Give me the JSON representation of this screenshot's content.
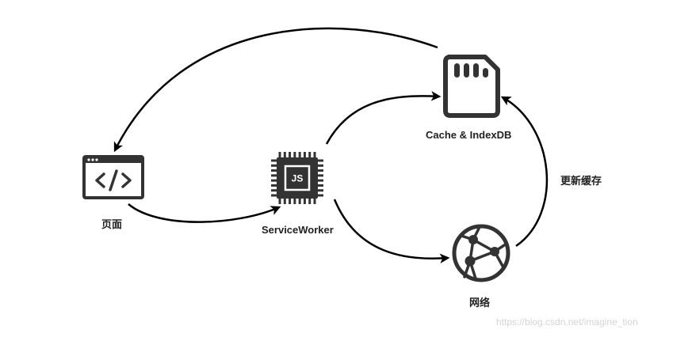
{
  "nodes": {
    "page": {
      "label": "页面",
      "icon": "browser-code-icon"
    },
    "service_worker": {
      "label": "ServiceWorker",
      "icon": "chip-icon",
      "icon_text": "JS"
    },
    "cache": {
      "label": "Cache & IndexDB",
      "icon": "sd-card-icon"
    },
    "network": {
      "label": "网络",
      "icon": "network-globe-icon"
    }
  },
  "edges": [
    {
      "from": "page",
      "to": "service_worker",
      "label": ""
    },
    {
      "from": "service_worker",
      "to": "cache",
      "label": ""
    },
    {
      "from": "service_worker",
      "to": "network",
      "label": ""
    },
    {
      "from": "network",
      "to": "cache",
      "label": "更新缓存"
    },
    {
      "from": "cache",
      "to": "page",
      "label": ""
    }
  ],
  "edge_labels": {
    "update_cache": "更新缓存"
  },
  "watermark": "https://blog.csdn.net/imagine_tion",
  "colors": {
    "icon": "#333333",
    "arrow": "#000000",
    "text": "#222222",
    "watermark": "#d4d4d4"
  }
}
